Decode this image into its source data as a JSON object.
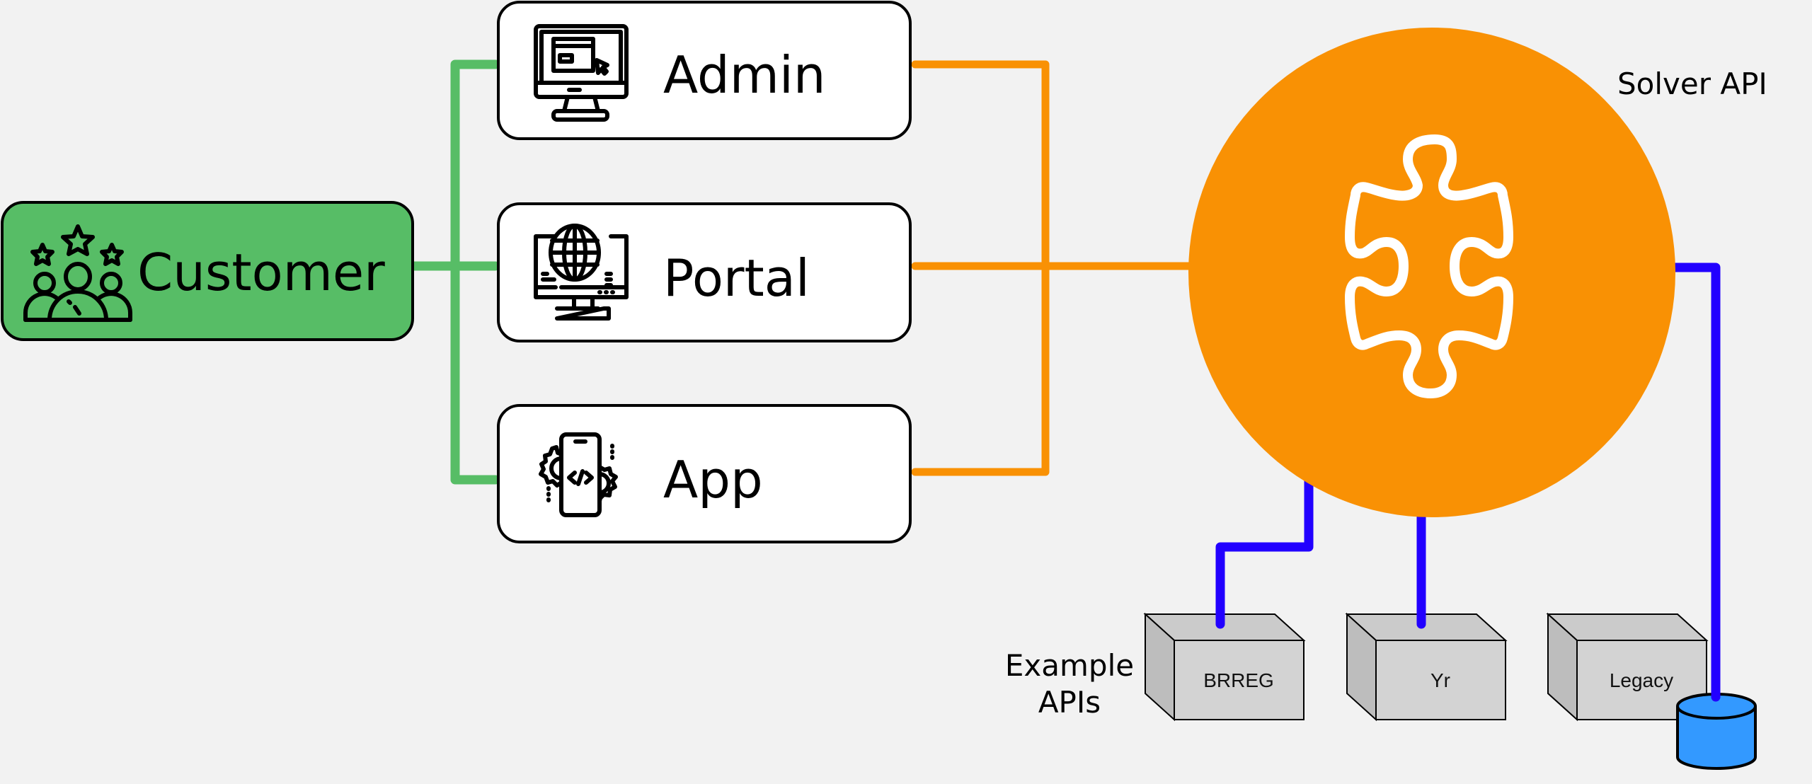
{
  "diagram": {
    "colors": {
      "background": "#f2f2f2",
      "customer_fill": "#57bd66",
      "client_fill": "#ffffff",
      "green_connector": "#57bd66",
      "orange_connector": "#f99104",
      "solver_fill": "#f99104",
      "blue_connector": "#2200ff",
      "api_box_fill": "#d3d3d3",
      "database_fill": "#3399ff"
    },
    "customer": {
      "label": "Customer",
      "icon": "customer-rating-icon"
    },
    "clients": [
      {
        "label": "Admin",
        "icon": "desktop-admin-icon"
      },
      {
        "label": "Portal",
        "icon": "web-portal-icon"
      },
      {
        "label": "App",
        "icon": "mobile-app-development-icon"
      }
    ],
    "solver": {
      "label": "Solver API",
      "icon": "puzzle-piece-icon"
    },
    "example_apis": {
      "label_line1": "Example",
      "label_line2": "APIs",
      "items": [
        {
          "label": "BRREG"
        },
        {
          "label": "Yr"
        },
        {
          "label": "Legacy"
        }
      ]
    },
    "database": {
      "icon": "database-icon"
    }
  }
}
